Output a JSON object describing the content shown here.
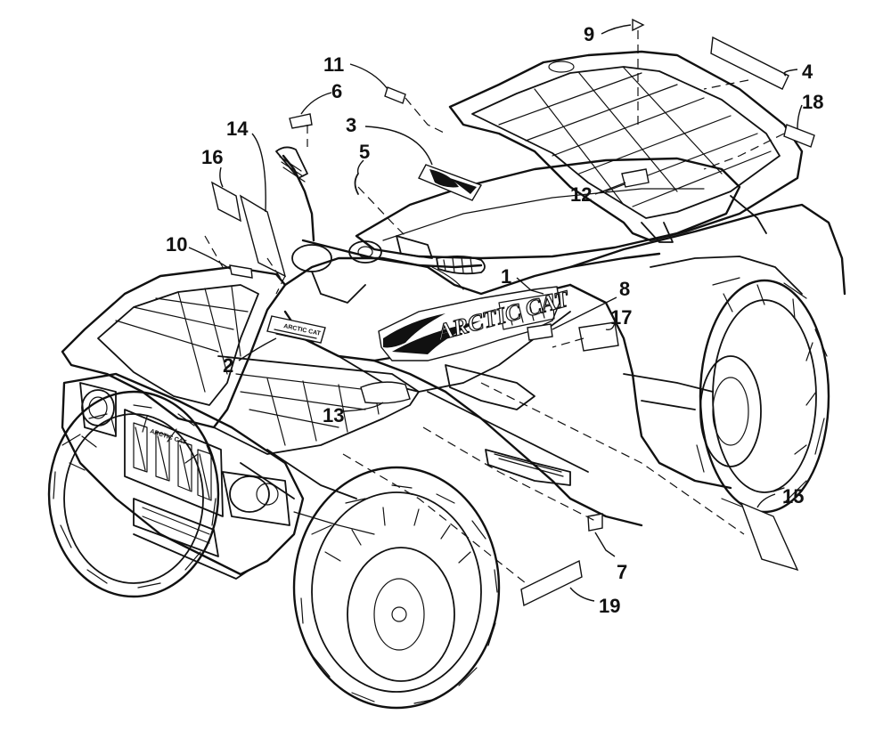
{
  "diagram": {
    "callouts": [
      {
        "id": "1",
        "label": "1"
      },
      {
        "id": "2",
        "label": "2"
      },
      {
        "id": "3",
        "label": "3"
      },
      {
        "id": "4",
        "label": "4"
      },
      {
        "id": "5",
        "label": "5"
      },
      {
        "id": "6",
        "label": "6"
      },
      {
        "id": "7",
        "label": "7"
      },
      {
        "id": "8",
        "label": "8"
      },
      {
        "id": "9",
        "label": "9"
      },
      {
        "id": "10",
        "label": "10"
      },
      {
        "id": "11",
        "label": "11"
      },
      {
        "id": "12",
        "label": "12"
      },
      {
        "id": "13",
        "label": "13"
      },
      {
        "id": "14",
        "label": "14"
      },
      {
        "id": "15",
        "label": "15"
      },
      {
        "id": "16",
        "label": "16"
      },
      {
        "id": "17",
        "label": "17"
      },
      {
        "id": "18",
        "label": "18"
      },
      {
        "id": "19",
        "label": "19"
      }
    ],
    "decal_text": {
      "main_decal": "ARCTIC CAT",
      "warning_decal": "ARCTIC CAT",
      "grille_badge": "ARCTIC CAT"
    }
  }
}
